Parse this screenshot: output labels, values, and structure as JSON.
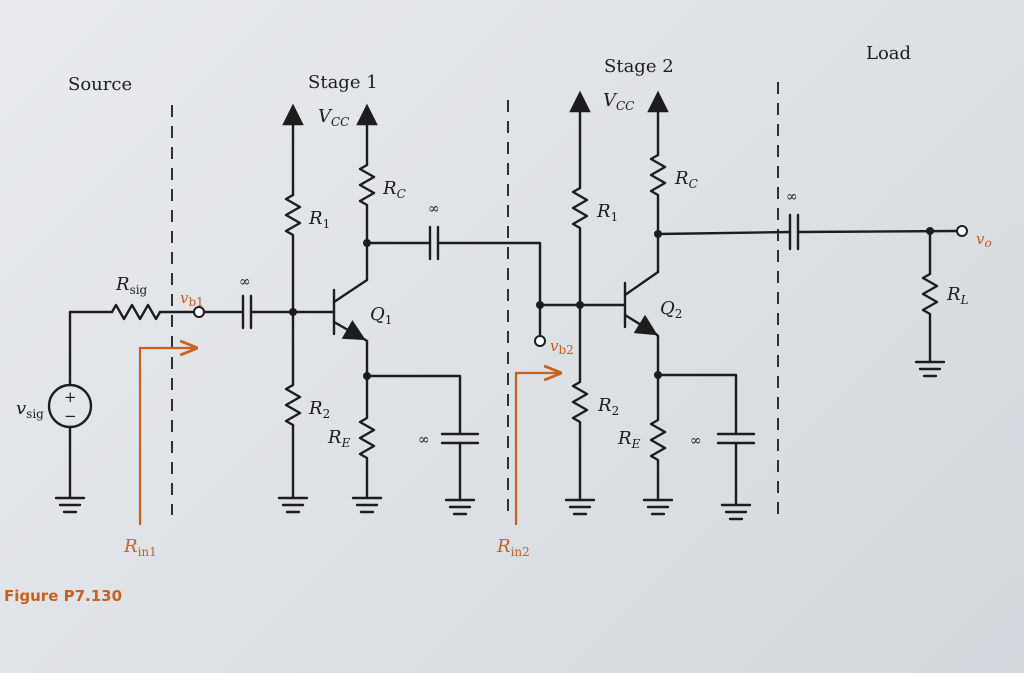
{
  "sections": {
    "source": "Source",
    "stage1": "Stage 1",
    "stage2": "Stage 2",
    "load": "Load"
  },
  "labels": {
    "vcc_main": "V",
    "vcc_sub": "CC",
    "rc_main": "R",
    "rc_sub": "C",
    "r1_main": "R",
    "r1_sub": "1",
    "r2_main": "R",
    "r2_sub": "2",
    "re_main": "R",
    "re_sub": "E",
    "rsig_main": "R",
    "rsig_sub": "sig",
    "rl_main": "R",
    "rl_sub": "L",
    "q1_main": "Q",
    "q1_sub": "1",
    "q2_main": "Q",
    "q2_sub": "2",
    "vsig_main": "v",
    "vsig_sub": "sig",
    "vb1_main": "v",
    "vb1_sub": "b1",
    "vb2_main": "v",
    "vb2_sub": "b2",
    "vo_main": "v",
    "vo_sub": "o",
    "rin1_main": "R",
    "rin1_sub": "in1",
    "rin2_main": "R",
    "rin2_sub": "in2",
    "infinity": "∞",
    "plus": "+",
    "minus": "−"
  },
  "caption": "Figure P7.130",
  "colors": {
    "ink": "#1d1d1d",
    "accent": "#c8611e",
    "paper": "#e2e5e8"
  }
}
